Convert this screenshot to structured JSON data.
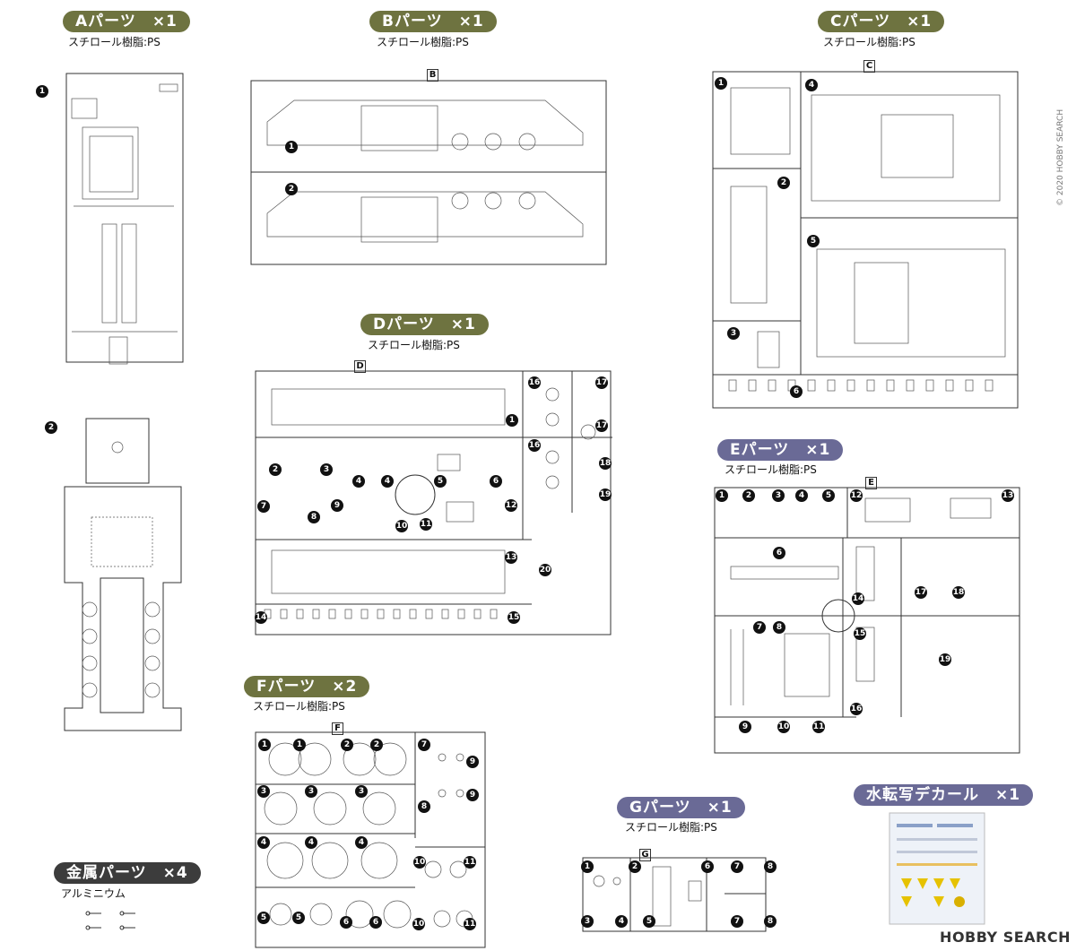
{
  "parts": {
    "a": {
      "title": "Aパーツ　×1",
      "material": "スチロール樹脂:PS",
      "nums": [
        "1",
        "2"
      ]
    },
    "b": {
      "title": "Bパーツ　×1",
      "material": "スチロール樹脂:PS",
      "letter": "B",
      "nums": [
        "1",
        "2"
      ]
    },
    "c": {
      "title": "Cパーツ　×1",
      "material": "スチロール樹脂:PS",
      "letter": "C",
      "nums": [
        "1",
        "2",
        "3",
        "4",
        "5",
        "6"
      ]
    },
    "d": {
      "title": "Dパーツ　×1",
      "material": "スチロール樹脂:PS",
      "letter": "D",
      "nums": [
        "1",
        "2",
        "3",
        "4",
        "4",
        "5",
        "6",
        "7",
        "8",
        "9",
        "10",
        "11",
        "12",
        "13",
        "14",
        "15",
        "16",
        "16",
        "17",
        "17",
        "18",
        "19",
        "20"
      ]
    },
    "e": {
      "title": "Eパーツ　×1",
      "material": "スチロール樹脂:PS",
      "letter": "E",
      "nums": [
        "1",
        "2",
        "3",
        "4",
        "5",
        "6",
        "7",
        "8",
        "9",
        "10",
        "11",
        "12",
        "13",
        "14",
        "15",
        "16",
        "17",
        "18",
        "19"
      ]
    },
    "f": {
      "title": "Fパーツ　×2",
      "material": "スチロール樹脂:PS",
      "letter": "F",
      "nums": [
        "1",
        "1",
        "2",
        "2",
        "3",
        "3",
        "3",
        "4",
        "4",
        "4",
        "5",
        "5",
        "6",
        "6",
        "7",
        "8",
        "9",
        "9",
        "10",
        "10",
        "11",
        "11"
      ]
    },
    "g": {
      "title": "Gパーツ　×1",
      "material": "スチロール樹脂:PS",
      "letter": "G",
      "nums": [
        "1",
        "2",
        "3",
        "4",
        "5",
        "6",
        "7",
        "7",
        "8",
        "8"
      ]
    },
    "metal": {
      "title": "金属パーツ　×4",
      "material": "アルミニウム"
    },
    "decal": {
      "title": "水転写デカール　×1"
    }
  },
  "watermark": {
    "text": "HOBBY SEARCH",
    "copyright": "© 2020 HOBBY SEARCH"
  },
  "colors": {
    "badge_green": "#6e7340",
    "badge_purple": "#6a6a96",
    "badge_dark": "#3c3c3c"
  }
}
